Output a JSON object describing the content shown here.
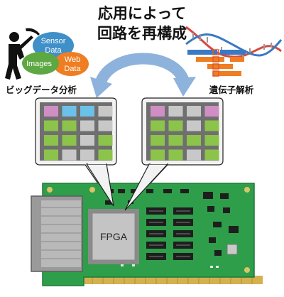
{
  "title": {
    "line1": "応用によって",
    "line2": "回路を再構成"
  },
  "big_data": {
    "caption": "ビッグデータ分析",
    "blobs": [
      {
        "lines": [
          "Sensor",
          "Data"
        ],
        "color": "#3f8fc9"
      },
      {
        "lines": [
          "Images"
        ],
        "color": "#5ea844"
      },
      {
        "lines": [
          "Web",
          "Data"
        ],
        "color": "#ef7d22"
      }
    ]
  },
  "genome": {
    "caption": "遺伝子解析"
  },
  "board": {
    "chip_label": "FPGA",
    "pcb_color": "#2e9e4a"
  },
  "grids": {
    "left": [
      [
        "purple",
        "blue",
        "blue",
        "gray"
      ],
      [
        "green",
        "green",
        "gray",
        "gray"
      ],
      [
        "green",
        "green",
        "gray",
        "green"
      ],
      [
        "green",
        "gray",
        "gray",
        "green"
      ]
    ],
    "right": [
      [
        "purple",
        "gray",
        "gray",
        "purple"
      ],
      [
        "green",
        "green",
        "gray",
        "green"
      ],
      [
        "green",
        "green",
        "green",
        "green"
      ],
      [
        "green",
        "green",
        "gray",
        "green"
      ]
    ]
  },
  "colors": {
    "purple": "#d08fc4",
    "blue": "#6cc1e8",
    "green": "#8cc34a",
    "gray": "#c8c8c8",
    "arrow": "#8db3dc",
    "bubble": "#f2f2f2",
    "grid_bg": "#6f6f6f"
  }
}
